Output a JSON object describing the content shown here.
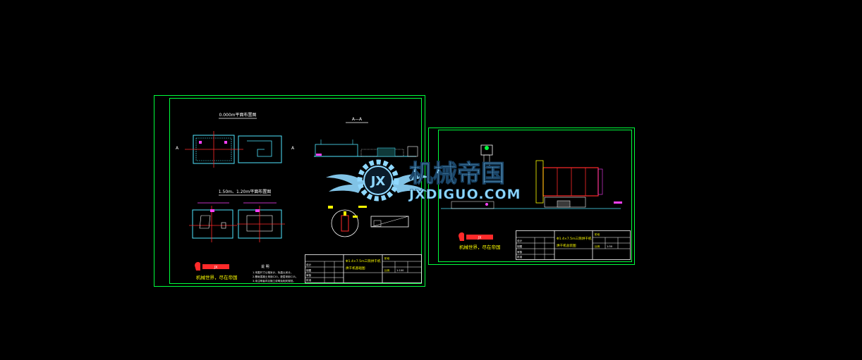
{
  "drawing_sheet_1": {
    "plan_title_upper": "0.000m平面布置图",
    "section_title": "A—A",
    "plan_title_lower": "1.50m、1.20m平面布置图",
    "section_mark_left": "A",
    "section_mark_right": "A",
    "logo_slogan": "机械世界，尽在帝国",
    "notes_heading": "说 明",
    "notes": [
      "1.本图尺寸以毫米计，标高以米计。",
      "2.基础混凝土采用C20，垫层采用C15。",
      "3.未注明者详见施工说明及相关规范。"
    ],
    "title_block": {
      "project_name": "Φ1.4×7.5m三筒烘干机",
      "drawing_name": "烘干机基础图",
      "rows": [
        "设计",
        "制图",
        "审核",
        "批准"
      ],
      "stage_label": "阶段",
      "scale_label": "比例",
      "scale_value": "1:100"
    }
  },
  "drawing_sheet_2": {
    "logo_slogan": "机械世界，尽在帝国",
    "title_block": {
      "project_name": "Φ1.4×7.5m三筒烘干机",
      "drawing_name": "烘干机总装图",
      "rows": [
        "设计",
        "制图",
        "审核",
        "批准"
      ],
      "stage_label": "阶段",
      "scale_label": "比例",
      "scale_value": "1:50"
    }
  },
  "watermark": {
    "chinese": "机械帝国",
    "latin": "JXDIGUO.COM",
    "emblem": "JX"
  },
  "colors": {
    "background": "#000000",
    "frame": "#00ff3c",
    "cyan": "#4fe6ff",
    "red": "#ff2a2a",
    "magenta": "#ff40ff",
    "yellow": "#ffff00",
    "white": "#ffffff",
    "watermark": "#8fd8ff"
  }
}
